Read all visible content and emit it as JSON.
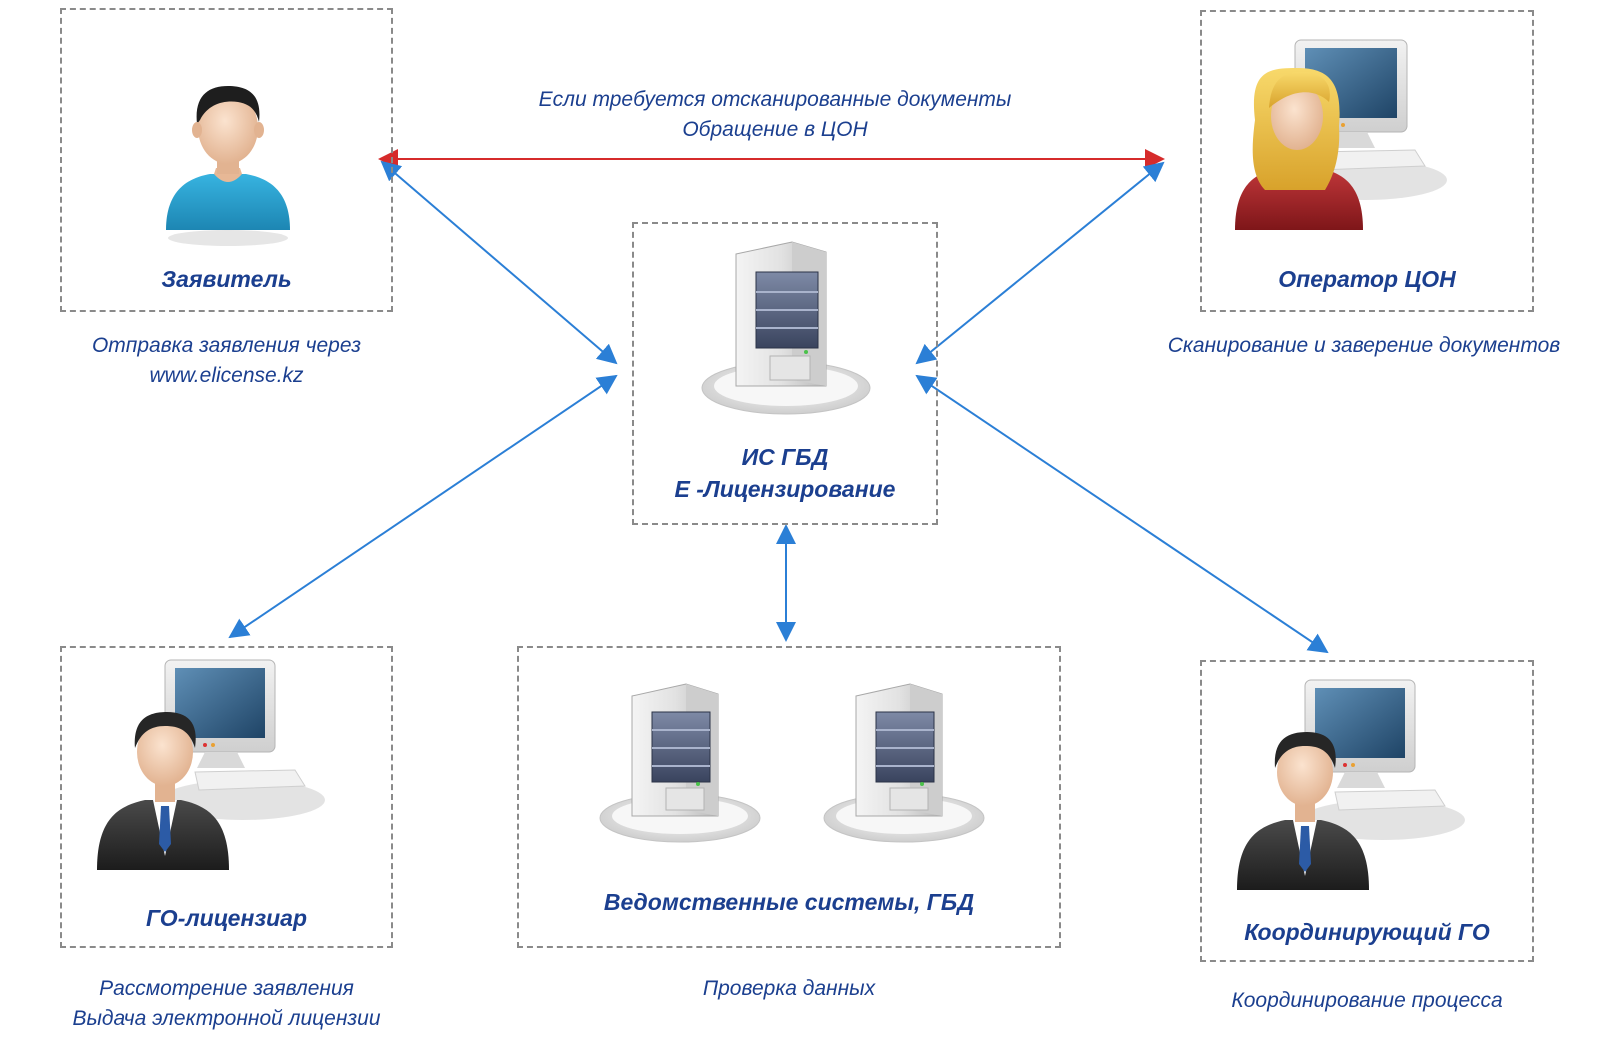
{
  "nodes": {
    "applicant": {
      "title": "Заявитель",
      "caption_line1": "Отправка заявления через",
      "caption_line2": "www.elicense.kz"
    },
    "operator": {
      "title": "Оператор ЦОН",
      "caption": "Сканирование и заверение документов"
    },
    "central": {
      "title_line1": "ИС ГБД",
      "title_line2": "Е -Лицензирование"
    },
    "licensor": {
      "title": "ГО-лицензиар",
      "caption_line1": "Рассмотрение заявления",
      "caption_line2": "Выдача электронной лицензии"
    },
    "departmental": {
      "title": "Ведомственные системы, ГБД",
      "caption": "Проверка данных"
    },
    "coordinator": {
      "title": "Координирующий ГО",
      "caption": "Координирование процесса"
    }
  },
  "top_link": {
    "line1": "Если требуется отсканированные документы",
    "line2": "Обращение в ЦОН",
    "color": "#d62b2b"
  },
  "colors": {
    "text": "#1b3f8f",
    "arrow_blue": "#2b7fd6",
    "arrow_red": "#d62b2b",
    "border": "#8a8a8a"
  },
  "icons": {
    "applicant": "user-icon",
    "operator": "operator-workstation-icon",
    "central": "server-icon",
    "licensor": "officer-workstation-icon",
    "departmental": "server-icon",
    "coordinator": "officer-workstation-icon"
  }
}
